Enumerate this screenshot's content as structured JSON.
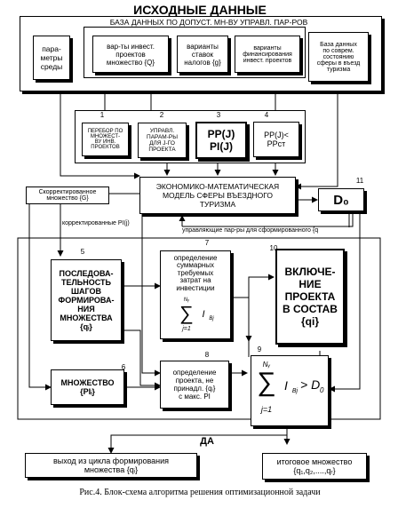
{
  "header": {
    "title": "ИСХОДНЫЕ ДАННЫЕ",
    "db_label": "БАЗА ДАННЫХ ПО ДОПУСТ. МН-ВУ УПРАВЛ. ПАР-РОВ"
  },
  "inputs": {
    "env_params": "пара-\nметры\nсреды",
    "project_variants": "вар-ты инвест.\nпроектов\nмножество {Q}",
    "tax_variants": "варианты\nставок\nналогов {g}",
    "finance_variants": "варианты\nфинансирования\nинвест. проектов",
    "state_db": "База данных\nпо соврем.\nсостоянию\nсферы в въезд\nтуризма"
  },
  "steps": {
    "s1_num": "1",
    "s1_text": "ПЕРЕБОР ПО\nМНОЖЕСТ-\nВУ ИНВ.\nПРОЕКТОВ",
    "s2_num": "2",
    "s2_text": "УПРАВЛ.\nПАРАМ-РЫ\nДЛЯ J-ГО\nПРОЕКТА",
    "s3_num": "3",
    "s3_text": "PP(J)\nPI(J)",
    "s4_num": "4",
    "s4_text": "PP(J)<\nPPст"
  },
  "model": {
    "text": "ЭКОНОМИКО-МАТЕМАТИЧЕСКАЯ\nМОДЕЛЬ СФЕРЫ ВЪЕЗДНОГО\nТУРИЗМА",
    "d0_num": "11",
    "d0_label": "D₀"
  },
  "labels": {
    "corrected_set": "Скорректированное\nмножество {G}",
    "corrected_pi": "корректированные PI(j)",
    "control_params": "управляющие пар-ры для сформированного {q",
    "yes": "ДА"
  },
  "blocks": {
    "b5_num": "5",
    "b5_text": "ПОСЛЕДОВА-\nТЕЛЬНОСТЬ\nШАГОВ\nФОРМИРОВА-\nНИЯ\nМНОЖЕСТВА\n{qᵢ}",
    "b6_num": "6",
    "b6_text": "МНОЖЕСТВО\n{PIᵢ}",
    "b7_num": "7",
    "b7_text": "определение\nсуммарных\nтребуемых\nзатрат на\nинвестиции",
    "b8_num": "8",
    "b8_text": "определение\nпроекта, не\nпринадл. {qᵢ}\nс макс. PI",
    "b9_num": "9",
    "b10_num": "10",
    "b10_text": "ВКЛЮЧЕ-\nНИЕ\nПРОЕКТА\nВ СОСТАВ\n{qi}"
  },
  "formulas": {
    "f7_sum": "∑",
    "f7_top": "Nᵧ",
    "f7_bot": "j=1",
    "f7_term": "I",
    "f7_sub": "Bj",
    "f9_sum": "∑",
    "f9_top": "Nᵧ",
    "f9_bot": "j=1",
    "f9_term": "I",
    "f9_sub": "Bj",
    "f9_rel": "> D",
    "f9_rel_sub": "0"
  },
  "outputs": {
    "exit": "выход из цикла формирования\nмножества {qᵢ}",
    "final": "итоговое множество\n{q₁,q₂,....,qᵣ}"
  },
  "caption": "Рис.4. Блок-схема алгоритма решения оптимизационной задачи"
}
